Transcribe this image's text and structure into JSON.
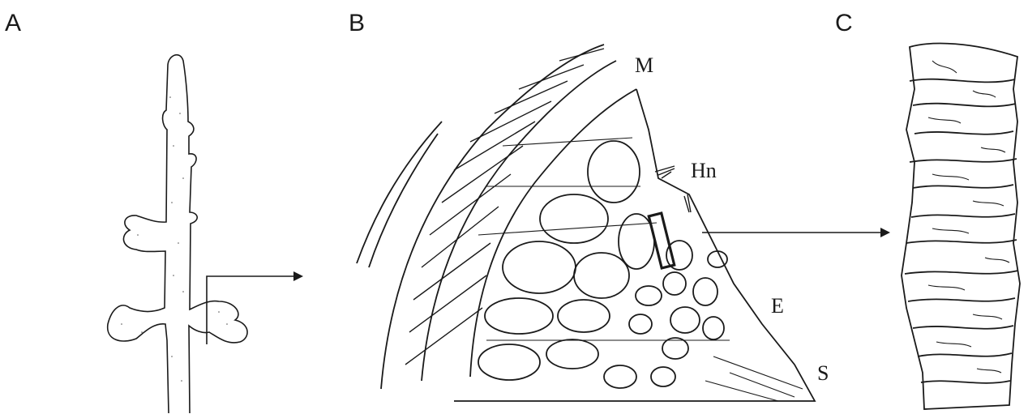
{
  "panels": {
    "a": {
      "label": "A"
    },
    "b": {
      "label": "B"
    },
    "c": {
      "label": "C"
    }
  },
  "annotations": {
    "m": "M",
    "hn": "Hn",
    "e": "E",
    "s": "S"
  },
  "colors": {
    "ink": "#1a1a1a",
    "background": "#ffffff"
  }
}
